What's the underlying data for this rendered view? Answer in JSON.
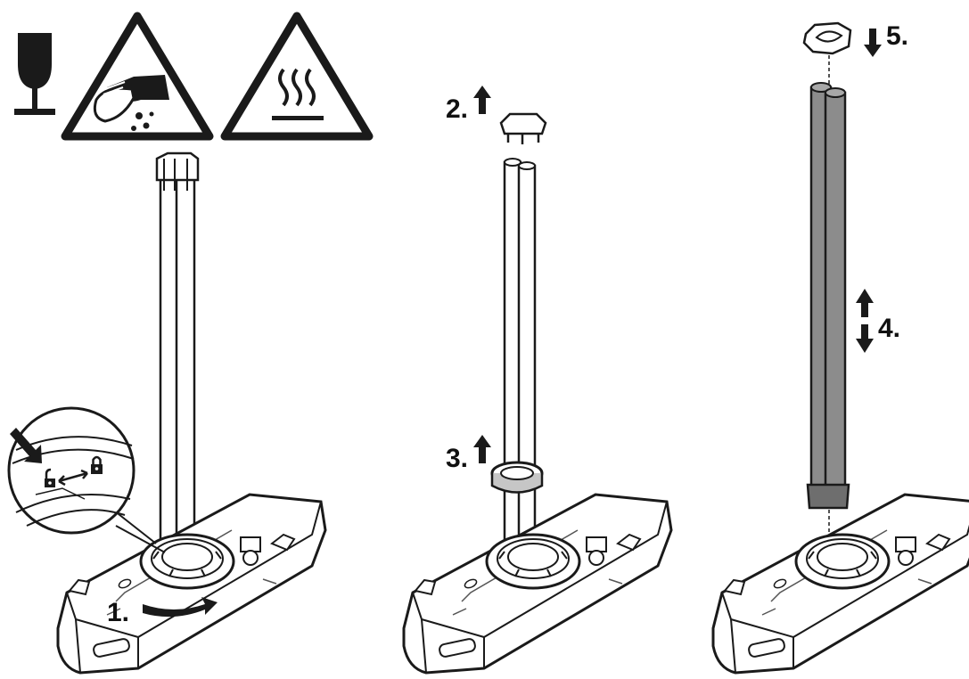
{
  "warnings": {
    "icons": [
      "fragile-glass-icon",
      "hand-injury-warning-icon",
      "hot-surface-warning-icon"
    ]
  },
  "steps": {
    "s1": "1.",
    "s2": "2.",
    "s3": "3.",
    "s4": "4.",
    "s5": "5."
  },
  "colors": {
    "line": "#1a1a1a",
    "lamp_new": "#8c8c8c",
    "lamp_new_dark": "#6e6e6e",
    "clip": "#b5b5b5"
  }
}
